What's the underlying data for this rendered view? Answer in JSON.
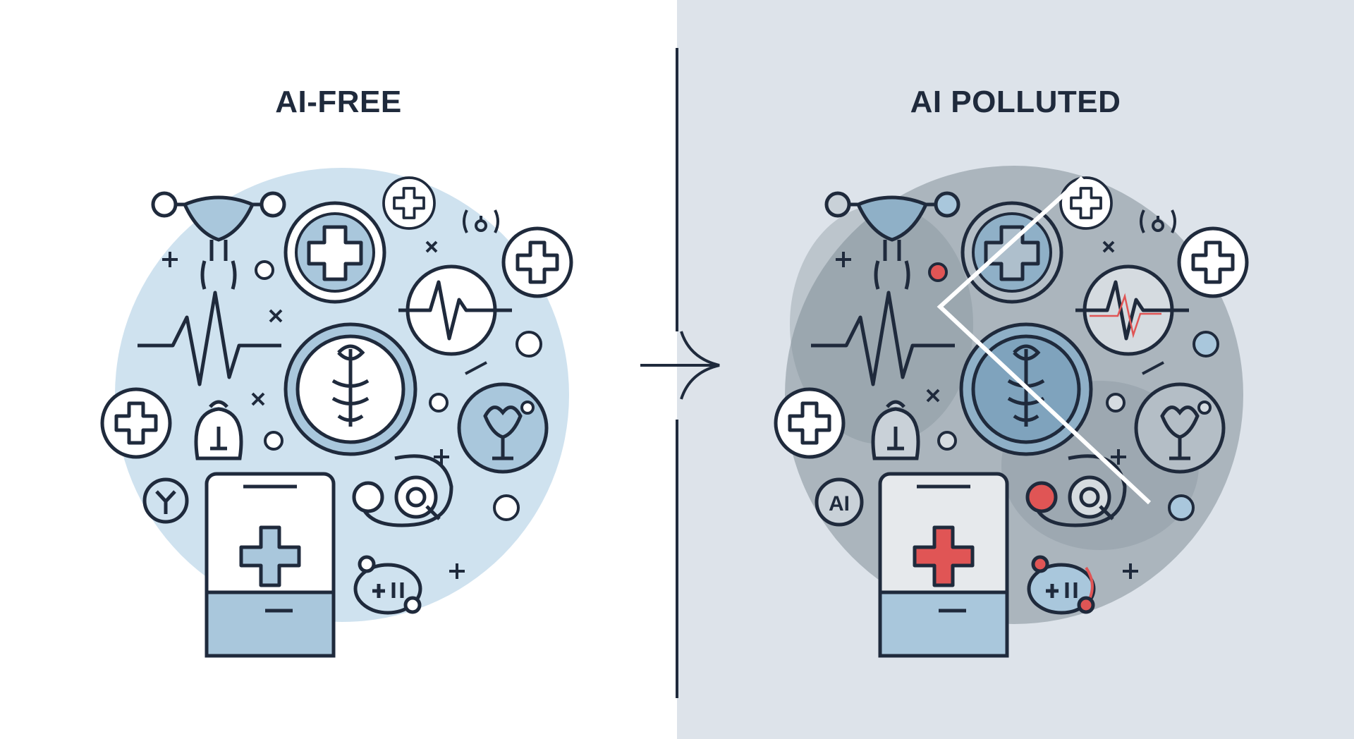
{
  "panels": {
    "left": {
      "title": "AI-FREE"
    },
    "right": {
      "title": "AI POLLUTED",
      "badge_text": "AI"
    }
  },
  "colors": {
    "ink": "#1f2a3c",
    "light_blue": "#cfe2ef",
    "mid_blue": "#a9c7dc",
    "polluted_gray": "#9aa5ae",
    "red_accent": "#e05555",
    "right_bg": "#dde3ea"
  },
  "icons": [
    "medical-cross-icon",
    "heartbeat-icon",
    "caduceus-icon",
    "medicine-cabinet-icon",
    "stethoscope-icon",
    "arrow-right-icon"
  ]
}
